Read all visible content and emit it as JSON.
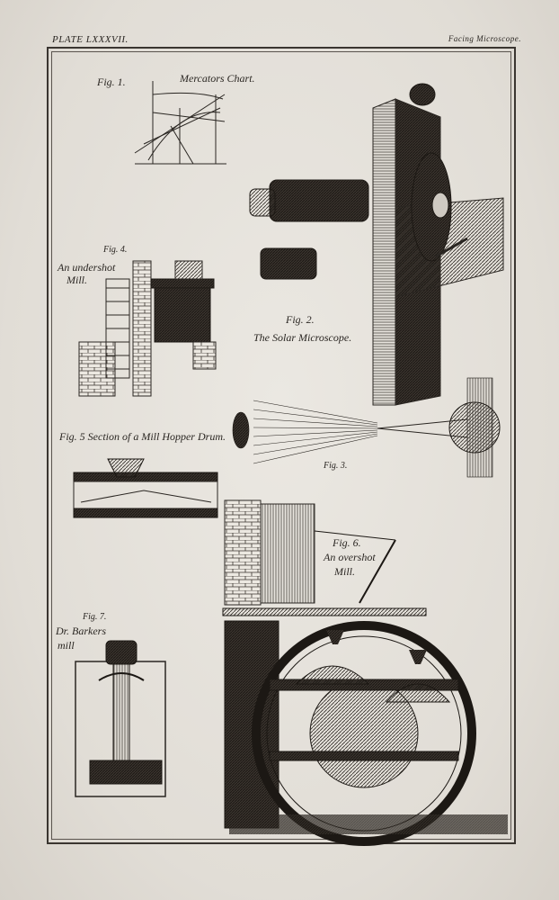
{
  "header": {
    "plate_title": "PLATE LXXXVII.",
    "facing": "Facing Microscope."
  },
  "figures": {
    "fig1": {
      "number": "Fig. 1.",
      "title": "Mercators Chart."
    },
    "fig2": {
      "number": "Fig. 2.",
      "title": "The Solar Microscope."
    },
    "fig3": {
      "number": "Fig. 3."
    },
    "fig4": {
      "number": "Fig. 4.",
      "title_line1": "An undershot",
      "title_line2": "Mill."
    },
    "fig5": {
      "caption": "Fig. 5 Section of a Mill Hopper Drum."
    },
    "fig6": {
      "number": "Fig. 6.",
      "title_line1": "An overshot",
      "title_line2": "Mill."
    },
    "fig7": {
      "number": "Fig. 7.",
      "title_line1": "Dr. Barkers",
      "title_line2": "mill"
    }
  }
}
